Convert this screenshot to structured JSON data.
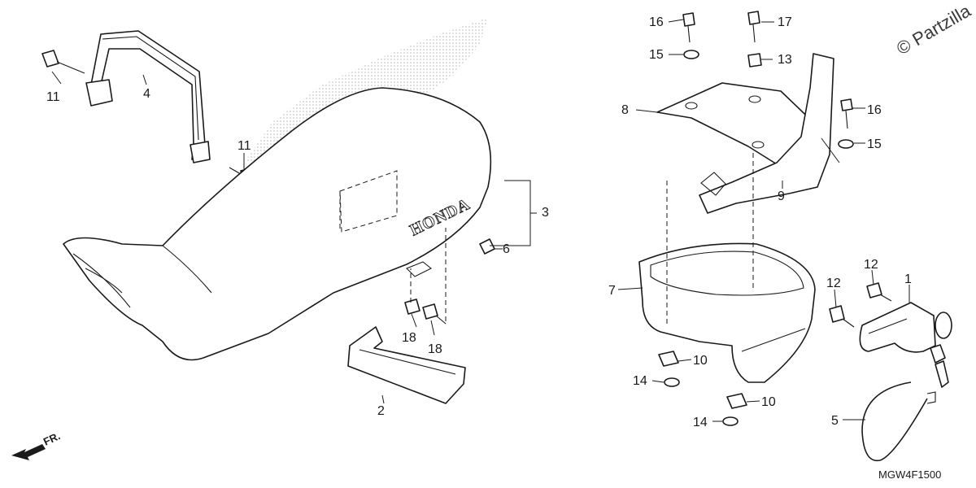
{
  "callouts": {
    "c1": "1",
    "c2": "2",
    "c3": "3",
    "c4": "4",
    "c5": "5",
    "c6": "6",
    "c7": "7",
    "c8": "8",
    "c9": "9",
    "c10a": "10",
    "c10b": "10",
    "c11a": "11",
    "c11b": "11",
    "c12a": "12",
    "c12b": "12",
    "c13": "13",
    "c14a": "14",
    "c14b": "14",
    "c15a": "15",
    "c15b": "15",
    "c16a": "16",
    "c16b": "16",
    "c17": "17",
    "c18a": "18",
    "c18b": "18"
  },
  "seat_brand": "HONDA",
  "watermark": "© Partzilla",
  "direction_label": "FR.",
  "diagram_code": "MGW4F1500",
  "colors": {
    "ink": "#1a1a1a",
    "shadow": "#bdbdbd"
  }
}
